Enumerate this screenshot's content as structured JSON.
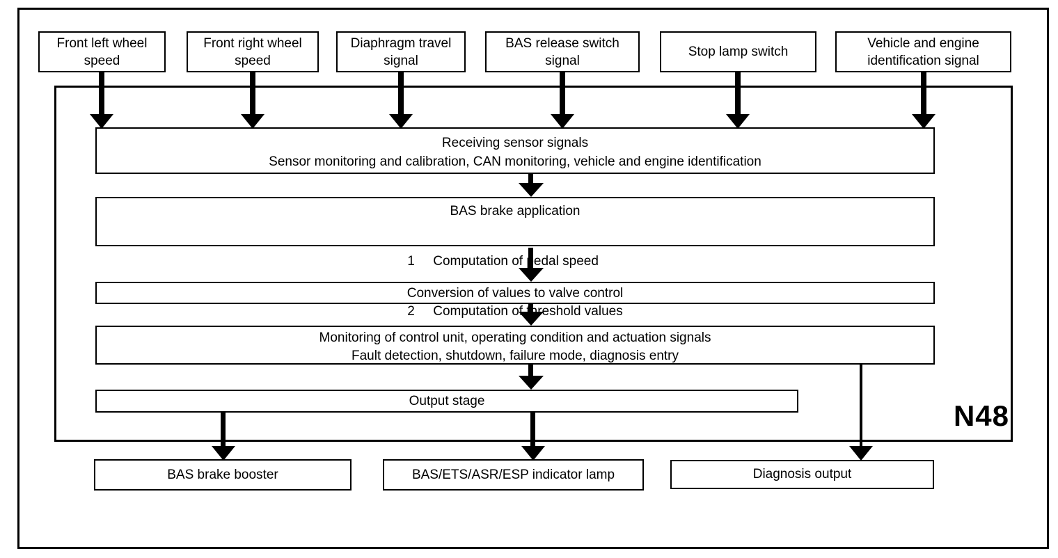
{
  "inputs": [
    {
      "label": "Front left wheel speed"
    },
    {
      "label": "Front right wheel speed"
    },
    {
      "label": "Diaphragm travel signal"
    },
    {
      "label": "BAS release switch signal"
    },
    {
      "label": "Stop lamp switch"
    },
    {
      "label": "Vehicle and engine identification signal"
    }
  ],
  "control_unit": {
    "designation": "N48",
    "stages": [
      {
        "title": "Receiving sensor signals",
        "subtitle": "Sensor monitoring and calibration, CAN monitoring, vehicle and engine identification"
      },
      {
        "title": "BAS brake application",
        "items": [
          "1     Computation of pedal speed",
          "2     Computation of threshold values"
        ]
      },
      {
        "title": "Conversion of values to valve control"
      },
      {
        "title": "Monitoring of control unit, operating condition and actuation signals",
        "subtitle": "Fault detection, shutdown, failure mode, diagnosis entry"
      },
      {
        "title": "Output stage"
      }
    ]
  },
  "outputs": [
    {
      "label": "BAS brake booster"
    },
    {
      "label": "BAS/ETS/ASR/ESP indicator lamp"
    },
    {
      "label": "Diagnosis output"
    }
  ]
}
